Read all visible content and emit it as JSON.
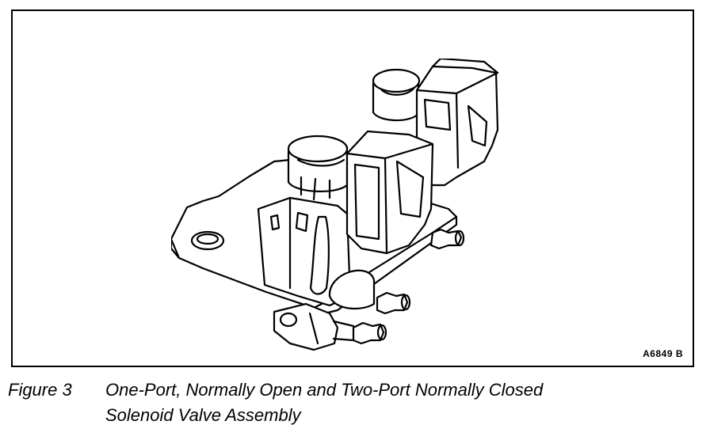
{
  "figure": {
    "code": "A6849 B",
    "caption_label": "Figure 3",
    "caption_line1": "One-Port, Normally Open and Two-Port Normally Closed",
    "caption_line2": "Solenoid Valve Assembly"
  }
}
